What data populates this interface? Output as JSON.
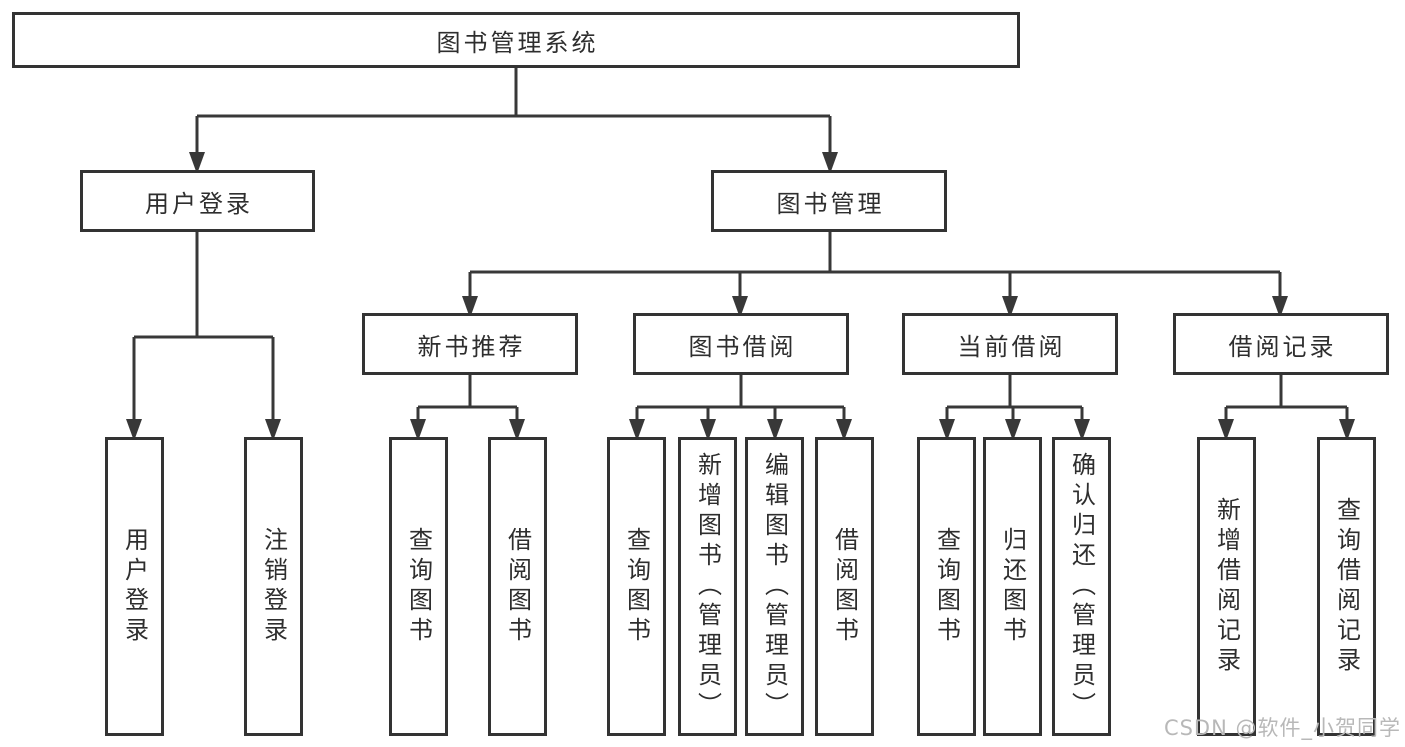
{
  "tree": {
    "root": "图书管理系统",
    "children": [
      {
        "label": "用户登录",
        "children": [
          "用户登录",
          "注销登录"
        ]
      },
      {
        "label": "图书管理",
        "children": [
          {
            "label": "新书推荐",
            "children": [
              "查询图书",
              "借阅图书"
            ]
          },
          {
            "label": "图书借阅",
            "children": [
              "查询图书",
              "新增图书（管理员）",
              "编辑图书（管理员）",
              "借阅图书"
            ]
          },
          {
            "label": "当前借阅",
            "children": [
              "查询图书",
              "归还图书",
              "确认归还（管理员）"
            ]
          },
          {
            "label": "借阅记录",
            "children": [
              "新增借阅记录",
              "查询借阅记录"
            ]
          }
        ]
      }
    ]
  },
  "watermark": {
    "text": "CSDN @软件_小贺同学"
  },
  "colors": {
    "line": "#383838",
    "box_border": "#333333",
    "text": "#2e2e2e",
    "background": "#ffffff",
    "watermark": "#b8b8b8"
  }
}
